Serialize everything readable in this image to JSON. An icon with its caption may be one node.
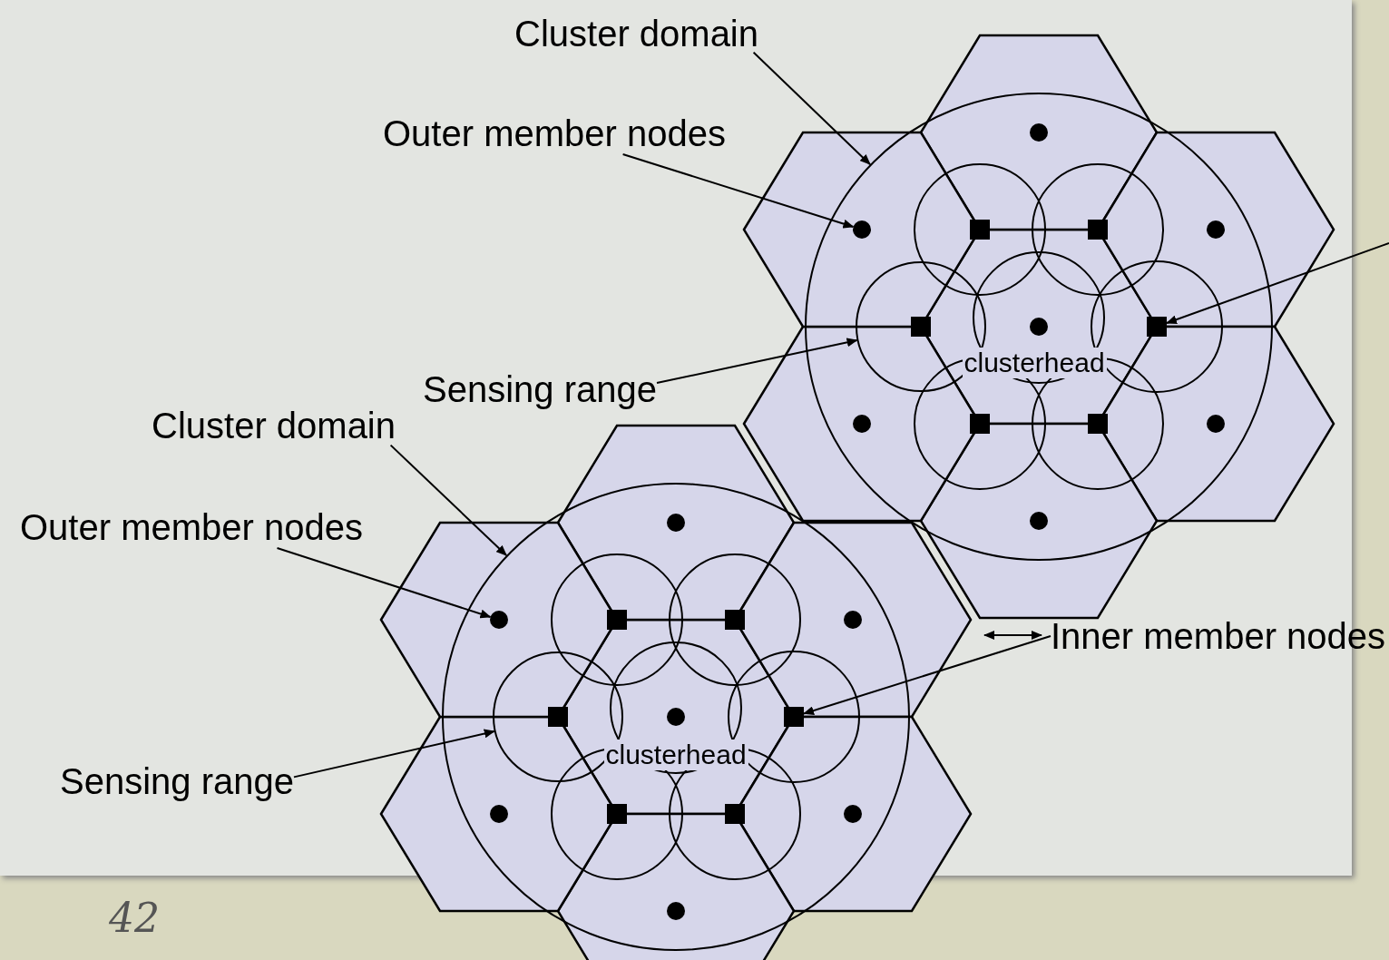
{
  "diagram": {
    "nodes": [
      {
        "text": [
          "Cluster domain"
        ]
      },
      {
        "text": [],
        "shape": "circle"
      },
      {
        "text": [
          "Outer member nodes"
        ]
      },
      {
        "text": [],
        "shape": "circle",
        "in": 1
      },
      {
        "text": [],
        "shape": "box",
        "in": 1
      },
      {
        "text": [
          "Sensing range"
        ]
      },
      {
        "text": [],
        "shape": "circle",
        "in": 1
      },
      {
        "text": [
          "Cluster domain"
        ]
      },
      {
        "text": [],
        "shape": "circle"
      },
      {
        "text": [
          "Outer member nodes"
        ]
      },
      {
        "text": [],
        "shape": "circle",
        "in": 8
      },
      {
        "text": [
          "Inner member nodes"
        ]
      },
      {
        "text": [],
        "shape": "box",
        "in": 8
      },
      {
        "text": [
          "Sensing range"
        ]
      },
      {
        "text": [],
        "shape": "circle",
        "in": 8
      }
    ],
    "edges": [
      {
        "from": 0,
        "to": 1,
        "arrow": "to"
      },
      {
        "from": 2,
        "to": 3,
        "arrow": "to"
      },
      {
        "from": null,
        "to": 4,
        "arrow": "to"
      },
      {
        "from": 5,
        "to": 6,
        "arrow": "to"
      },
      {
        "from": 7,
        "to": 8,
        "arrow": "to"
      },
      {
        "from": 9,
        "to": 10,
        "arrow": "to"
      },
      {
        "from": 11,
        "to": 12,
        "arrow": "to"
      },
      {
        "from": 13,
        "to": 14,
        "arrow": "to"
      }
    ],
    "labels": [
      "clusterhead",
      "clusterhead",
      "42"
    ]
  }
}
